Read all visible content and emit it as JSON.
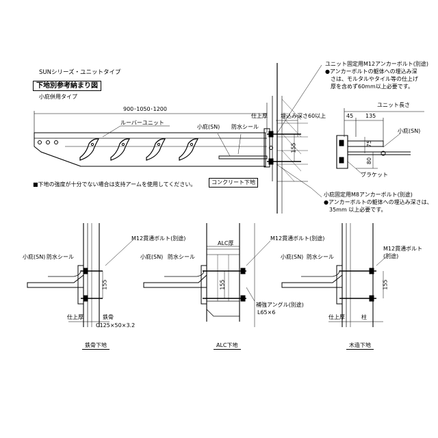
{
  "header": {
    "series": "SUNシリーズ・ユニットタイプ",
    "title": "下地別参考納まり図",
    "subtitle": "小庇併用タイプ"
  },
  "top_view": {
    "dim_span": "900･1050･1200",
    "louver_unit": "ルーバーユニット",
    "small_eave": "小庇(SN)",
    "waterproof_seal": "防水シール",
    "finish_thickness": "仕上厚",
    "embed_depth": "埋込み深さ60以上",
    "dim_155": "155",
    "concrete_base": "コンクリート下地",
    "note_arm": "■下地の強度が十分でない場合は支持アームを使用してください。"
  },
  "anchor_note_top": {
    "line1": "ユニット固定用M12アンカーボルト(別途)",
    "line2": "●アンカーボルトの躯体への埋込み深",
    "line3": "さは、モルタルやタイル等の仕上げ",
    "line4": "厚を含めず60mm以上必要です。"
  },
  "anchor_note_bottom": {
    "line1": "小庇固定用M8アンカーボルト(別途)",
    "line2": "●アンカーボルトの躯体への埋込み深さは、",
    "line3": "35mm 以上必要です。"
  },
  "side_view": {
    "unit_length": "ユニット長さ",
    "dim_45": "45",
    "dim_135": "135",
    "small_eave": "小庇(SN)",
    "dim_75": "75",
    "dim_80": "80",
    "bracket": "ブラケット"
  },
  "details": [
    {
      "caption": "鉄骨下地",
      "bolt": "M12貫通ボルト(別途)",
      "small_eave": "小庇(SN)",
      "seal": "防水シール",
      "dim_155": "155",
      "finish": "仕上厚",
      "member": "鉄骨",
      "member_size": "C125×50×3.2"
    },
    {
      "caption": "ALC下地",
      "bolt": "M12貫通ボルト(別途)",
      "small_eave": "小庇(SN)",
      "seal": "防水シール",
      "dim_155": "155",
      "alc_thickness": "ALC厚",
      "angle": "補強アングル(別途)",
      "angle_size": "L65×6"
    },
    {
      "caption": "木造下地",
      "bolt_line1": "M12貫通ボルト",
      "bolt_line2": "(別途)",
      "small_eave": "小庇(SN)",
      "seal": "防水シール",
      "dim_155": "155",
      "finish": "仕上厚",
      "post": "柱"
    }
  ]
}
